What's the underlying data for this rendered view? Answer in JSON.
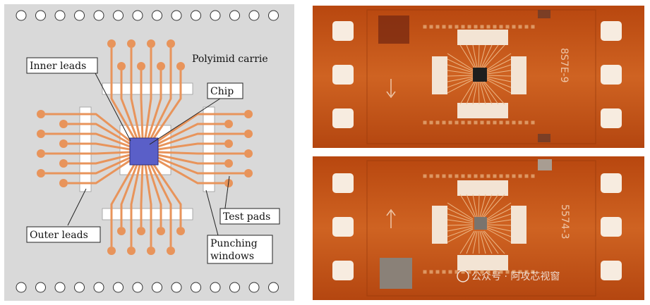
{
  "diagram": {
    "carrier_label": "Polyimid carrie",
    "inner_leads_label": "Inner leads",
    "chip_label": "Chip",
    "outer_leads_label": "Outer leads",
    "test_pads_label": "Test pads",
    "punching_windows_label_line1": "Punching",
    "punching_windows_label_line2": "windows",
    "colors": {
      "carrier": "#d9d9d9",
      "lead": "#e8945b",
      "chip": "#5a5fc8",
      "window": "#ffffff"
    }
  },
  "photos": {
    "top_marking": "8S7E-9",
    "bottom_marking": "5574-3",
    "watermark": "公众号 · 阿攻芯视窗",
    "colors": {
      "tape": "#c75a1a",
      "tape_dark": "#a8430f"
    }
  }
}
